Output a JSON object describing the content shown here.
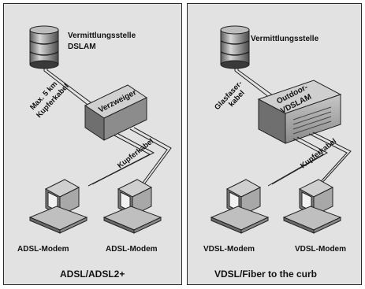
{
  "left_panel": {
    "exchange_label_line1": "Vermittlungsstelle",
    "exchange_label_line2": "DSLAM",
    "cable_label_line1": "Max. 5 km",
    "cable_label_line2": "Kupferkabel",
    "cabinet_label": "Verzweiger",
    "copper_label": "Kupferkabel",
    "modem1_label": "ADSL-Modem",
    "modem2_label": "ADSL-Modem",
    "caption": "ADSL/ADSL2+"
  },
  "right_panel": {
    "exchange_label": "Vermittlungsstelle",
    "fiber_label_line1": "Glasfaser-",
    "fiber_label_line2": "kabel",
    "dslam_label_line1": "Outdoor-",
    "dslam_label_line2": "VDSLAM",
    "copper_label": "Kupferkabel",
    "modem1_label": "VDSL-Modem",
    "modem2_label": "VDSL-Modem",
    "caption": "VDSL/Fiber to the curb"
  }
}
